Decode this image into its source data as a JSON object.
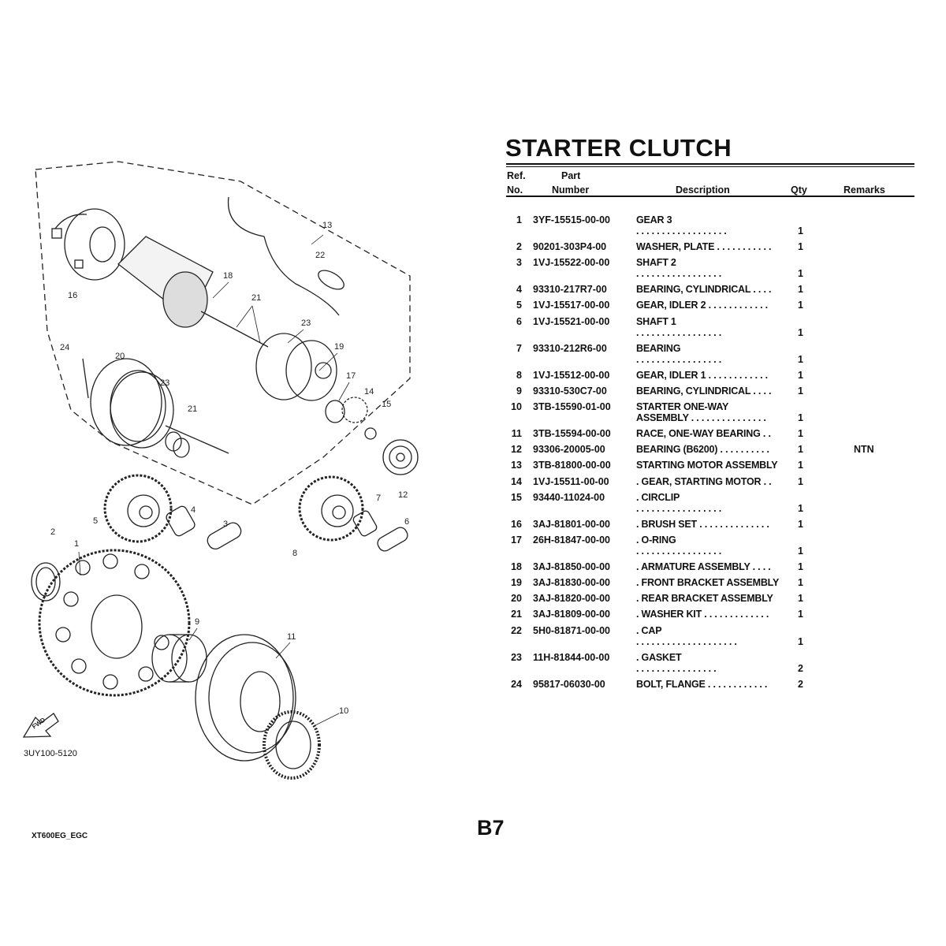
{
  "title": "STARTER CLUTCH",
  "columns": {
    "ref_top": "Ref.",
    "ref_bottom": "No.",
    "part_top": "Part",
    "part_bottom": "Number",
    "description": "Description",
    "qty": "Qty",
    "remarks": "Remarks"
  },
  "parts": [
    {
      "ref": "1",
      "part_number": "3YF-15515-00-00",
      "description": "GEAR 3 . . . . . . . . . . . . . . . . . .",
      "qty": "1",
      "remarks": ""
    },
    {
      "ref": "2",
      "part_number": "90201-303P4-00",
      "description": "WASHER, PLATE . . . . . . . . . . .",
      "qty": "1",
      "remarks": ""
    },
    {
      "ref": "3",
      "part_number": "1VJ-15522-00-00",
      "description": "SHAFT 2  . . . . . . . . . . . . . . . . .",
      "qty": "1",
      "remarks": ""
    },
    {
      "ref": "4",
      "part_number": "93310-217R7-00",
      "description": "BEARING, CYLINDRICAL   . . . .",
      "qty": "1",
      "remarks": ""
    },
    {
      "ref": "5",
      "part_number": "1VJ-15517-00-00",
      "description": "GEAR, IDLER 2  . . . . . . . . . . . .",
      "qty": "1",
      "remarks": ""
    },
    {
      "ref": "6",
      "part_number": "1VJ-15521-00-00",
      "description": "SHAFT 1  . . . . . . . . . . . . . . . . .",
      "qty": "1",
      "remarks": ""
    },
    {
      "ref": "7",
      "part_number": "93310-212R6-00",
      "description": "BEARING  . . . . . . . . . . . . . . . . .",
      "qty": "1",
      "remarks": ""
    },
    {
      "ref": "8",
      "part_number": "1VJ-15512-00-00",
      "description": "GEAR, IDLER 1  . . . . . . . . . . . .",
      "qty": "1",
      "remarks": ""
    },
    {
      "ref": "9",
      "part_number": "93310-530C7-00",
      "description": "BEARING, CYLINDRICAL   . . . .",
      "qty": "1",
      "remarks": ""
    },
    {
      "ref": "10",
      "part_number": "3TB-15590-01-00",
      "description": "STARTER ONE-WAY ASSEMBLY  . . . . . . . . . . . . . . .",
      "qty": "1",
      "remarks": ""
    },
    {
      "ref": "11",
      "part_number": "3TB-15594-00-00",
      "description": "RACE, ONE-WAY BEARING  . .",
      "qty": "1",
      "remarks": ""
    },
    {
      "ref": "12",
      "part_number": "93306-20005-00",
      "description": "BEARING (B6200)  . . . . . . . . . .",
      "qty": "1",
      "remarks": "NTN"
    },
    {
      "ref": "13",
      "part_number": "3TB-81800-00-00",
      "description": "STARTING MOTOR ASSEMBLY",
      "qty": "1",
      "remarks": ""
    },
    {
      "ref": "14",
      "part_number": "1VJ-15511-00-00",
      "description": ". GEAR, STARTING MOTOR  . .",
      "qty": "1",
      "remarks": ""
    },
    {
      "ref": "15",
      "part_number": "93440-11024-00",
      "description": ". CIRCLIP  . . . . . . . . . . . . . . . . .",
      "qty": "1",
      "remarks": ""
    },
    {
      "ref": "16",
      "part_number": "3AJ-81801-00-00",
      "description": ". BRUSH SET  . . . . . . . . . . . . . .",
      "qty": "1",
      "remarks": ""
    },
    {
      "ref": "17",
      "part_number": "26H-81847-00-00",
      "description": ". O-RING   . . . . . . . . . . . . . . . . .",
      "qty": "1",
      "remarks": ""
    },
    {
      "ref": "18",
      "part_number": "3AJ-81850-00-00",
      "description": ". ARMATURE ASSEMBLY   . . . .",
      "qty": "1",
      "remarks": ""
    },
    {
      "ref": "19",
      "part_number": "3AJ-81830-00-00",
      "description": ". FRONT BRACKET ASSEMBLY",
      "qty": "1",
      "remarks": ""
    },
    {
      "ref": "20",
      "part_number": "3AJ-81820-00-00",
      "description": ". REAR BRACKET ASSEMBLY",
      "qty": "1",
      "remarks": ""
    },
    {
      "ref": "21",
      "part_number": "3AJ-81809-00-00",
      "description": ". WASHER KIT  . . . . . . . . . . . . .",
      "qty": "1",
      "remarks": ""
    },
    {
      "ref": "22",
      "part_number": "5H0-81871-00-00",
      "description": ". CAP  . . . . . . . . . . . . . . . . . . . .",
      "qty": "1",
      "remarks": ""
    },
    {
      "ref": "23",
      "part_number": "11H-81844-00-00",
      "description": ". GASKET   . . . . . . . . . . . . . . . .",
      "qty": "2",
      "remarks": ""
    },
    {
      "ref": "24",
      "part_number": "95817-06030-00",
      "description": "BOLT, FLANGE  . . . . . . . . . . . .",
      "qty": "2",
      "remarks": ""
    }
  ],
  "diagram": {
    "callouts": [
      "13",
      "22",
      "16",
      "18",
      "21",
      "23",
      "19",
      "24",
      "20",
      "17",
      "14",
      "15",
      "23",
      "21",
      "12",
      "7",
      "6",
      "5",
      "4",
      "3",
      "8",
      "2",
      "1",
      "9",
      "11",
      "10"
    ],
    "fwd_label": "FWD",
    "figure_code": "3UY100-5120"
  },
  "footer": {
    "model_code": "XT600EG_EGC",
    "page": "B7"
  }
}
